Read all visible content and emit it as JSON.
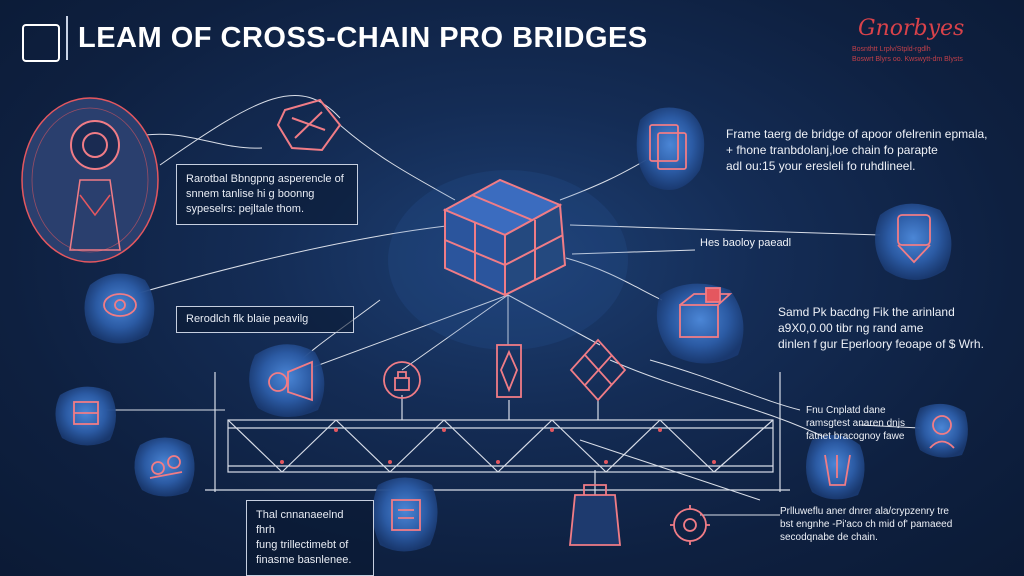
{
  "header": {
    "title": "LEAM OF CROSS-CHAIN PRO BRIDGES",
    "brand": "Gnorbyes",
    "brand_sub1": "Bosnthtt Lrplv/Stpld-rgdlh",
    "brand_sub2": "Boswrt Blyrs oo. Kwswytt-dm Blysts"
  },
  "labels": {
    "top_left": [
      "Rarotbal Bbngpng asperencle of",
      "snnem tanlise hi g boonng",
      "sypeselrs: pejltale thom."
    ],
    "mid_left": "Rerodlch flk blaie peavilg",
    "top_right": [
      "Frame taerg de bridge of apoor ofelrenin epmala,",
      "+ fhone tranbdolanj,loe chain fo parapte",
      "adl ou:15 your eresleli fo ruhdlineel."
    ],
    "right_single": "Hes baoloy paeadl",
    "right_mid": [
      "Samd Pk bacdng Fik the arinland",
      "a9X0,0.00 tibr ng rand ame",
      "dinlen f gur Eperloory feoape of $ Wrh."
    ],
    "right_lower": [
      "Fnu Cnplatd dane",
      "ramsgtest anaren dnjs",
      "fatnet bracognoy fawe"
    ],
    "right_bottom": [
      "Prlluweflu aner dnrer ala/crypzenry tre",
      "bst engnhe -Pi'aco ch mid of' pamaeed",
      "secodqnabe de chain."
    ],
    "bottom_left": [
      "Thal cnnanaeelnd fhrh",
      "fung trillectimebt of",
      "finasme basnlenee."
    ]
  },
  "colors": {
    "accent_red": "#e4575f",
    "accent_pink": "#f07c86",
    "node_blue": "#3a6bb8",
    "line": "#d9dee8"
  },
  "icons": [
    "robot-head-icon",
    "shield-emblem-icon",
    "cube-bridge-icon",
    "document-stack-icon",
    "hand-coin-icon",
    "box-chip-icon",
    "cowl-icon",
    "fish-icon",
    "lock-icon",
    "diamond-icon",
    "board-icon",
    "network-icon",
    "mask-icon",
    "chip-icon",
    "bag-icon",
    "gear-icon",
    "face-icon"
  ]
}
